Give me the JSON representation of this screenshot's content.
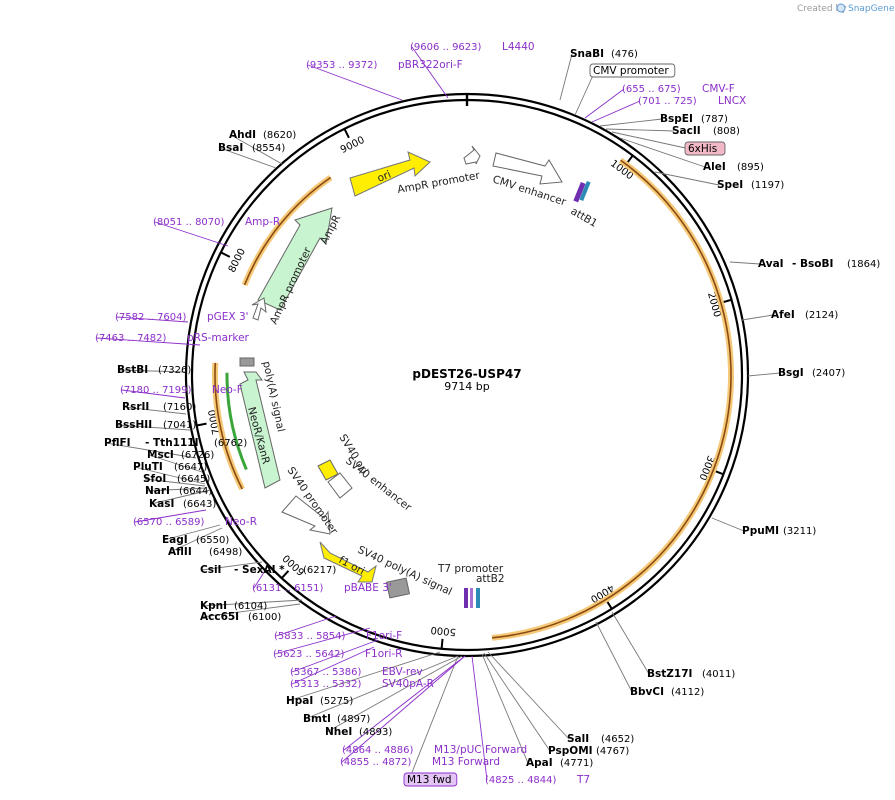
{
  "header": {
    "credit_text": "Created by",
    "brand_name": "SnapGene",
    "brand_icon": "snapgene-logo-icon"
  },
  "plasmid": {
    "name": "pDEST26-USP47",
    "length": "9714 bp"
  },
  "ring_ticks": [
    "1000",
    "2000",
    "3000",
    "4000",
    "5000",
    "6000",
    "7000",
    "8000",
    "9000"
  ],
  "feature_labels": {
    "usp47_arc": "",
    "ori": "ori",
    "ampr": "AmpR",
    "ampr_promoter_inner": "AmpR promoter",
    "ampr_promoter_top": "AmpR promoter",
    "cmv_enhancer": "CMV enhancer",
    "attb1": "attB1",
    "polya_signal": "poly(A) signal",
    "neor": "NeoR/KanR",
    "sv40_ori": "SV40 ori",
    "sv40_enhancer": "SV40 enhancer",
    "sv40_promoter": "SV40 promoter",
    "f1_ori": "f1 ori",
    "sv40_polya": "SV40 poly(A) signal",
    "t7_promoter": "T7 promoter",
    "attb2": "attB2"
  },
  "colors": {
    "feature_purple": "#8b2fc9",
    "ori_yellow": "#ffee00",
    "cds_green": "#c8f5d0",
    "cds_orange_border": "#d98a1f",
    "backbone": "#000000",
    "neo_green": "#3aa63a",
    "his_tag_pink": "#f2b8c6"
  },
  "annotations": [
    {
      "name": "SnaBI",
      "coords": "(476)",
      "style": "bold"
    },
    {
      "name": "CMV promoter",
      "coords": "",
      "style": "boxed"
    },
    {
      "name": "CMV-F",
      "coords": "(655 .. 675)",
      "style": "primer"
    },
    {
      "name": "LNCX",
      "coords": "(701 .. 725)",
      "style": "primer"
    },
    {
      "name": "BspEI",
      "coords": "(787)",
      "style": "bold"
    },
    {
      "name": "SacII",
      "coords": "(808)",
      "style": "bold"
    },
    {
      "name": "6xHis",
      "coords": "",
      "style": "tag"
    },
    {
      "name": "AleI",
      "coords": "(895)",
      "style": "bold"
    },
    {
      "name": "SpeI",
      "coords": "(1197)",
      "style": "bold"
    },
    {
      "name": "AvaI",
      "coords": "(1864)",
      "style": "bold",
      "extra": "- BsoBI"
    },
    {
      "name": "AfeI",
      "coords": "(2124)",
      "style": "bold"
    },
    {
      "name": "BsgI",
      "coords": "(2407)",
      "style": "bold"
    },
    {
      "name": "PpuMI",
      "coords": "(3211)",
      "style": "bold"
    },
    {
      "name": "BstZ17I",
      "coords": "(4011)",
      "style": "bold"
    },
    {
      "name": "BbvCI",
      "coords": "(4112)",
      "style": "bold"
    },
    {
      "name": "SalI",
      "coords": "(4652)",
      "style": "bold"
    },
    {
      "name": "PspOMI",
      "coords": "(4767)",
      "style": "bold"
    },
    {
      "name": "ApaI",
      "coords": "(4771)",
      "style": "bold"
    },
    {
      "name": "T7",
      "coords": "(4825 .. 4844)",
      "style": "primer"
    },
    {
      "name": "M13 fwd",
      "coords": "",
      "style": "primerbox"
    },
    {
      "name": "M13 Forward",
      "coords": "(4855 .. 4872)",
      "style": "primer"
    },
    {
      "name": "M13/pUC Forward",
      "coords": "(4864 .. 4886)",
      "style": "primer"
    },
    {
      "name": "NheI",
      "coords": "(4893)",
      "style": "bold"
    },
    {
      "name": "BmtI",
      "coords": "(4897)",
      "style": "bold"
    },
    {
      "name": "HpaI",
      "coords": "(5275)",
      "style": "bold"
    },
    {
      "name": "SV40pA-R",
      "coords": "(5313 .. 5332)",
      "style": "primer"
    },
    {
      "name": "EBV-rev",
      "coords": "(5367 .. 5386)",
      "style": "primer"
    },
    {
      "name": "F1ori-R",
      "coords": "(5623 .. 5642)",
      "style": "primer"
    },
    {
      "name": "F1ori-F",
      "coords": "(5833 .. 5854)",
      "style": "primer"
    },
    {
      "name": "Acc65I",
      "coords": "(6100)",
      "style": "bold"
    },
    {
      "name": "KpnI",
      "coords": "(6104)",
      "style": "bold"
    },
    {
      "name": "pBABE 3'",
      "coords": "(6131 .. 6151)",
      "style": "primer"
    },
    {
      "name": "CsiI",
      "coords": "(6217)",
      "style": "bold",
      "extra": "- SexAI *"
    },
    {
      "name": "AflII",
      "coords": "(6498)",
      "style": "bold"
    },
    {
      "name": "EagI",
      "coords": "(6550)",
      "style": "bold"
    },
    {
      "name": "Neo-R",
      "coords": "(6570 .. 6589)",
      "style": "primer"
    },
    {
      "name": "KasI",
      "coords": "(6643)",
      "style": "bold"
    },
    {
      "name": "NarI",
      "coords": "(6644)",
      "style": "bold"
    },
    {
      "name": "SfoI",
      "coords": "(6645)",
      "style": "bold"
    },
    {
      "name": "PluTI",
      "coords": "(6647)",
      "style": "bold"
    },
    {
      "name": "MscI",
      "coords": "(6726)",
      "style": "bold"
    },
    {
      "name": "PflFI",
      "coords": "(6762)",
      "style": "bold",
      "extra": "- Tth111I"
    },
    {
      "name": "BssHII",
      "coords": "(7041)",
      "style": "bold"
    },
    {
      "name": "RsrII",
      "coords": "(7160)",
      "style": "bold"
    },
    {
      "name": "Neo-F",
      "coords": "(7180 .. 7199)",
      "style": "primer"
    },
    {
      "name": "BstBI",
      "coords": "(7326)",
      "style": "bold"
    },
    {
      "name": "pRS-marker",
      "coords": "(7463 .. 7482)",
      "style": "primer"
    },
    {
      "name": "pGEX 3'",
      "coords": "(7582 .. 7604)",
      "style": "primer"
    },
    {
      "name": "Amp-R",
      "coords": "(8051 .. 8070)",
      "style": "primer"
    },
    {
      "name": "BsaI",
      "coords": "(8554)",
      "style": "bold"
    },
    {
      "name": "AhdI",
      "coords": "(8620)",
      "style": "bold"
    },
    {
      "name": "pBR322ori-F",
      "coords": "(9353 .. 9372)",
      "style": "primer"
    },
    {
      "name": "L4440",
      "coords": "(9606 .. 9623)",
      "style": "primer"
    }
  ]
}
